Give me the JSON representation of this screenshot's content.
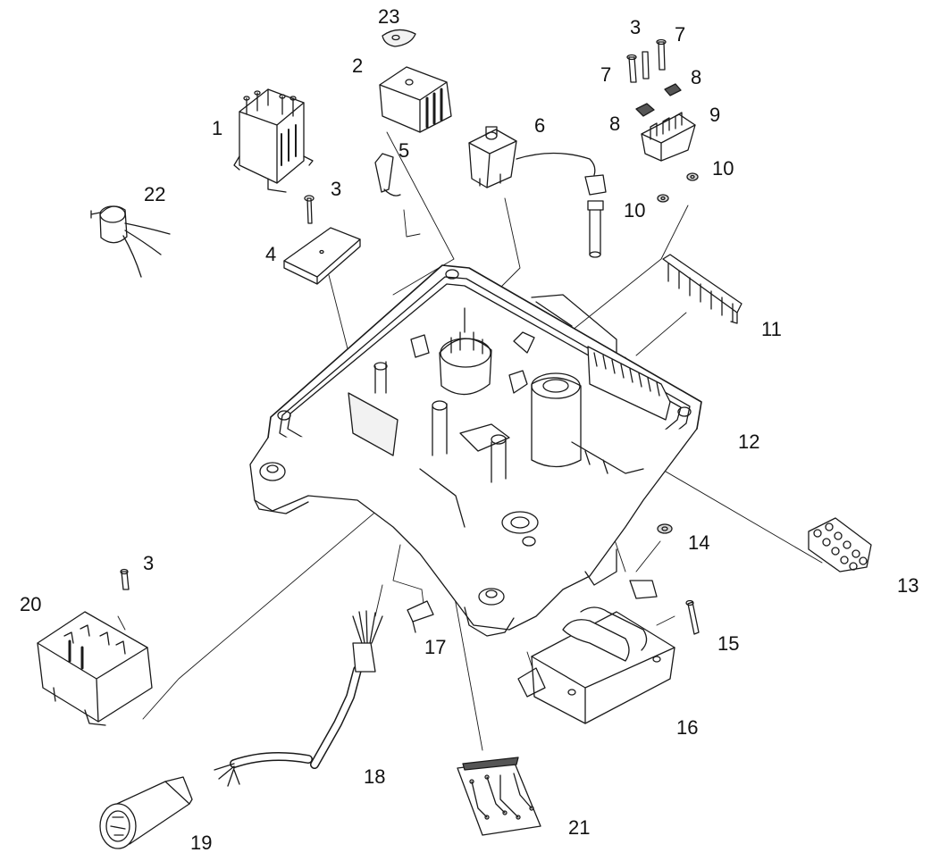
{
  "diagram": {
    "type": "exploded-parts-view",
    "colors": {
      "line": "#1a1a1a",
      "part_fill": "#ffffff",
      "shade": "#d9d9d9",
      "dark": "#444444"
    },
    "callouts": [
      {
        "id": "c23a",
        "label": "23"
      },
      {
        "id": "c2",
        "label": "2"
      },
      {
        "id": "c3a",
        "label": "3"
      },
      {
        "id": "c7a",
        "label": "7"
      },
      {
        "id": "c7b",
        "label": "7"
      },
      {
        "id": "c8a",
        "label": "8"
      },
      {
        "id": "c8b",
        "label": "8"
      },
      {
        "id": "c9",
        "label": "9"
      },
      {
        "id": "c1",
        "label": "1"
      },
      {
        "id": "c6",
        "label": "6"
      },
      {
        "id": "c5",
        "label": "5"
      },
      {
        "id": "c10a",
        "label": "10"
      },
      {
        "id": "c10b",
        "label": "10"
      },
      {
        "id": "c22",
        "label": "22"
      },
      {
        "id": "c3b",
        "label": "3"
      },
      {
        "id": "c4",
        "label": "4"
      },
      {
        "id": "c11",
        "label": "11"
      },
      {
        "id": "c12",
        "label": "12"
      },
      {
        "id": "c14",
        "label": "14"
      },
      {
        "id": "c13",
        "label": "13"
      },
      {
        "id": "c3c",
        "label": "3"
      },
      {
        "id": "c20",
        "label": "20"
      },
      {
        "id": "c15",
        "label": "15"
      },
      {
        "id": "c17",
        "label": "17"
      },
      {
        "id": "c16",
        "label": "16"
      },
      {
        "id": "c18",
        "label": "18"
      },
      {
        "id": "c19",
        "label": "19"
      },
      {
        "id": "c21",
        "label": "21"
      }
    ]
  }
}
